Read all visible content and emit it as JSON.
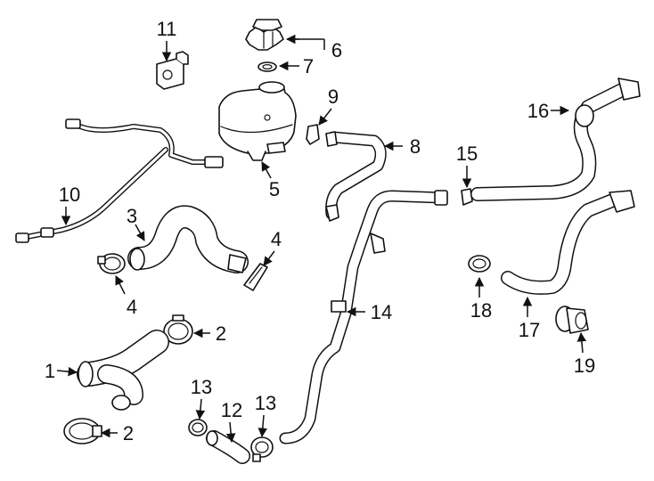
{
  "callouts": {
    "c1": "1",
    "c2a": "2",
    "c2b": "2",
    "c3": "3",
    "c4a": "4",
    "c4b": "4",
    "c5": "5",
    "c6": "6",
    "c7": "7",
    "c8": "8",
    "c9": "9",
    "c10": "10",
    "c11": "11",
    "c12": "12",
    "c13a": "13",
    "c13b": "13",
    "c14": "14",
    "c15": "15",
    "c16": "16",
    "c17": "17",
    "c18": "18",
    "c19": "19"
  },
  "colors": {
    "line": "#111111",
    "background": "#ffffff"
  }
}
